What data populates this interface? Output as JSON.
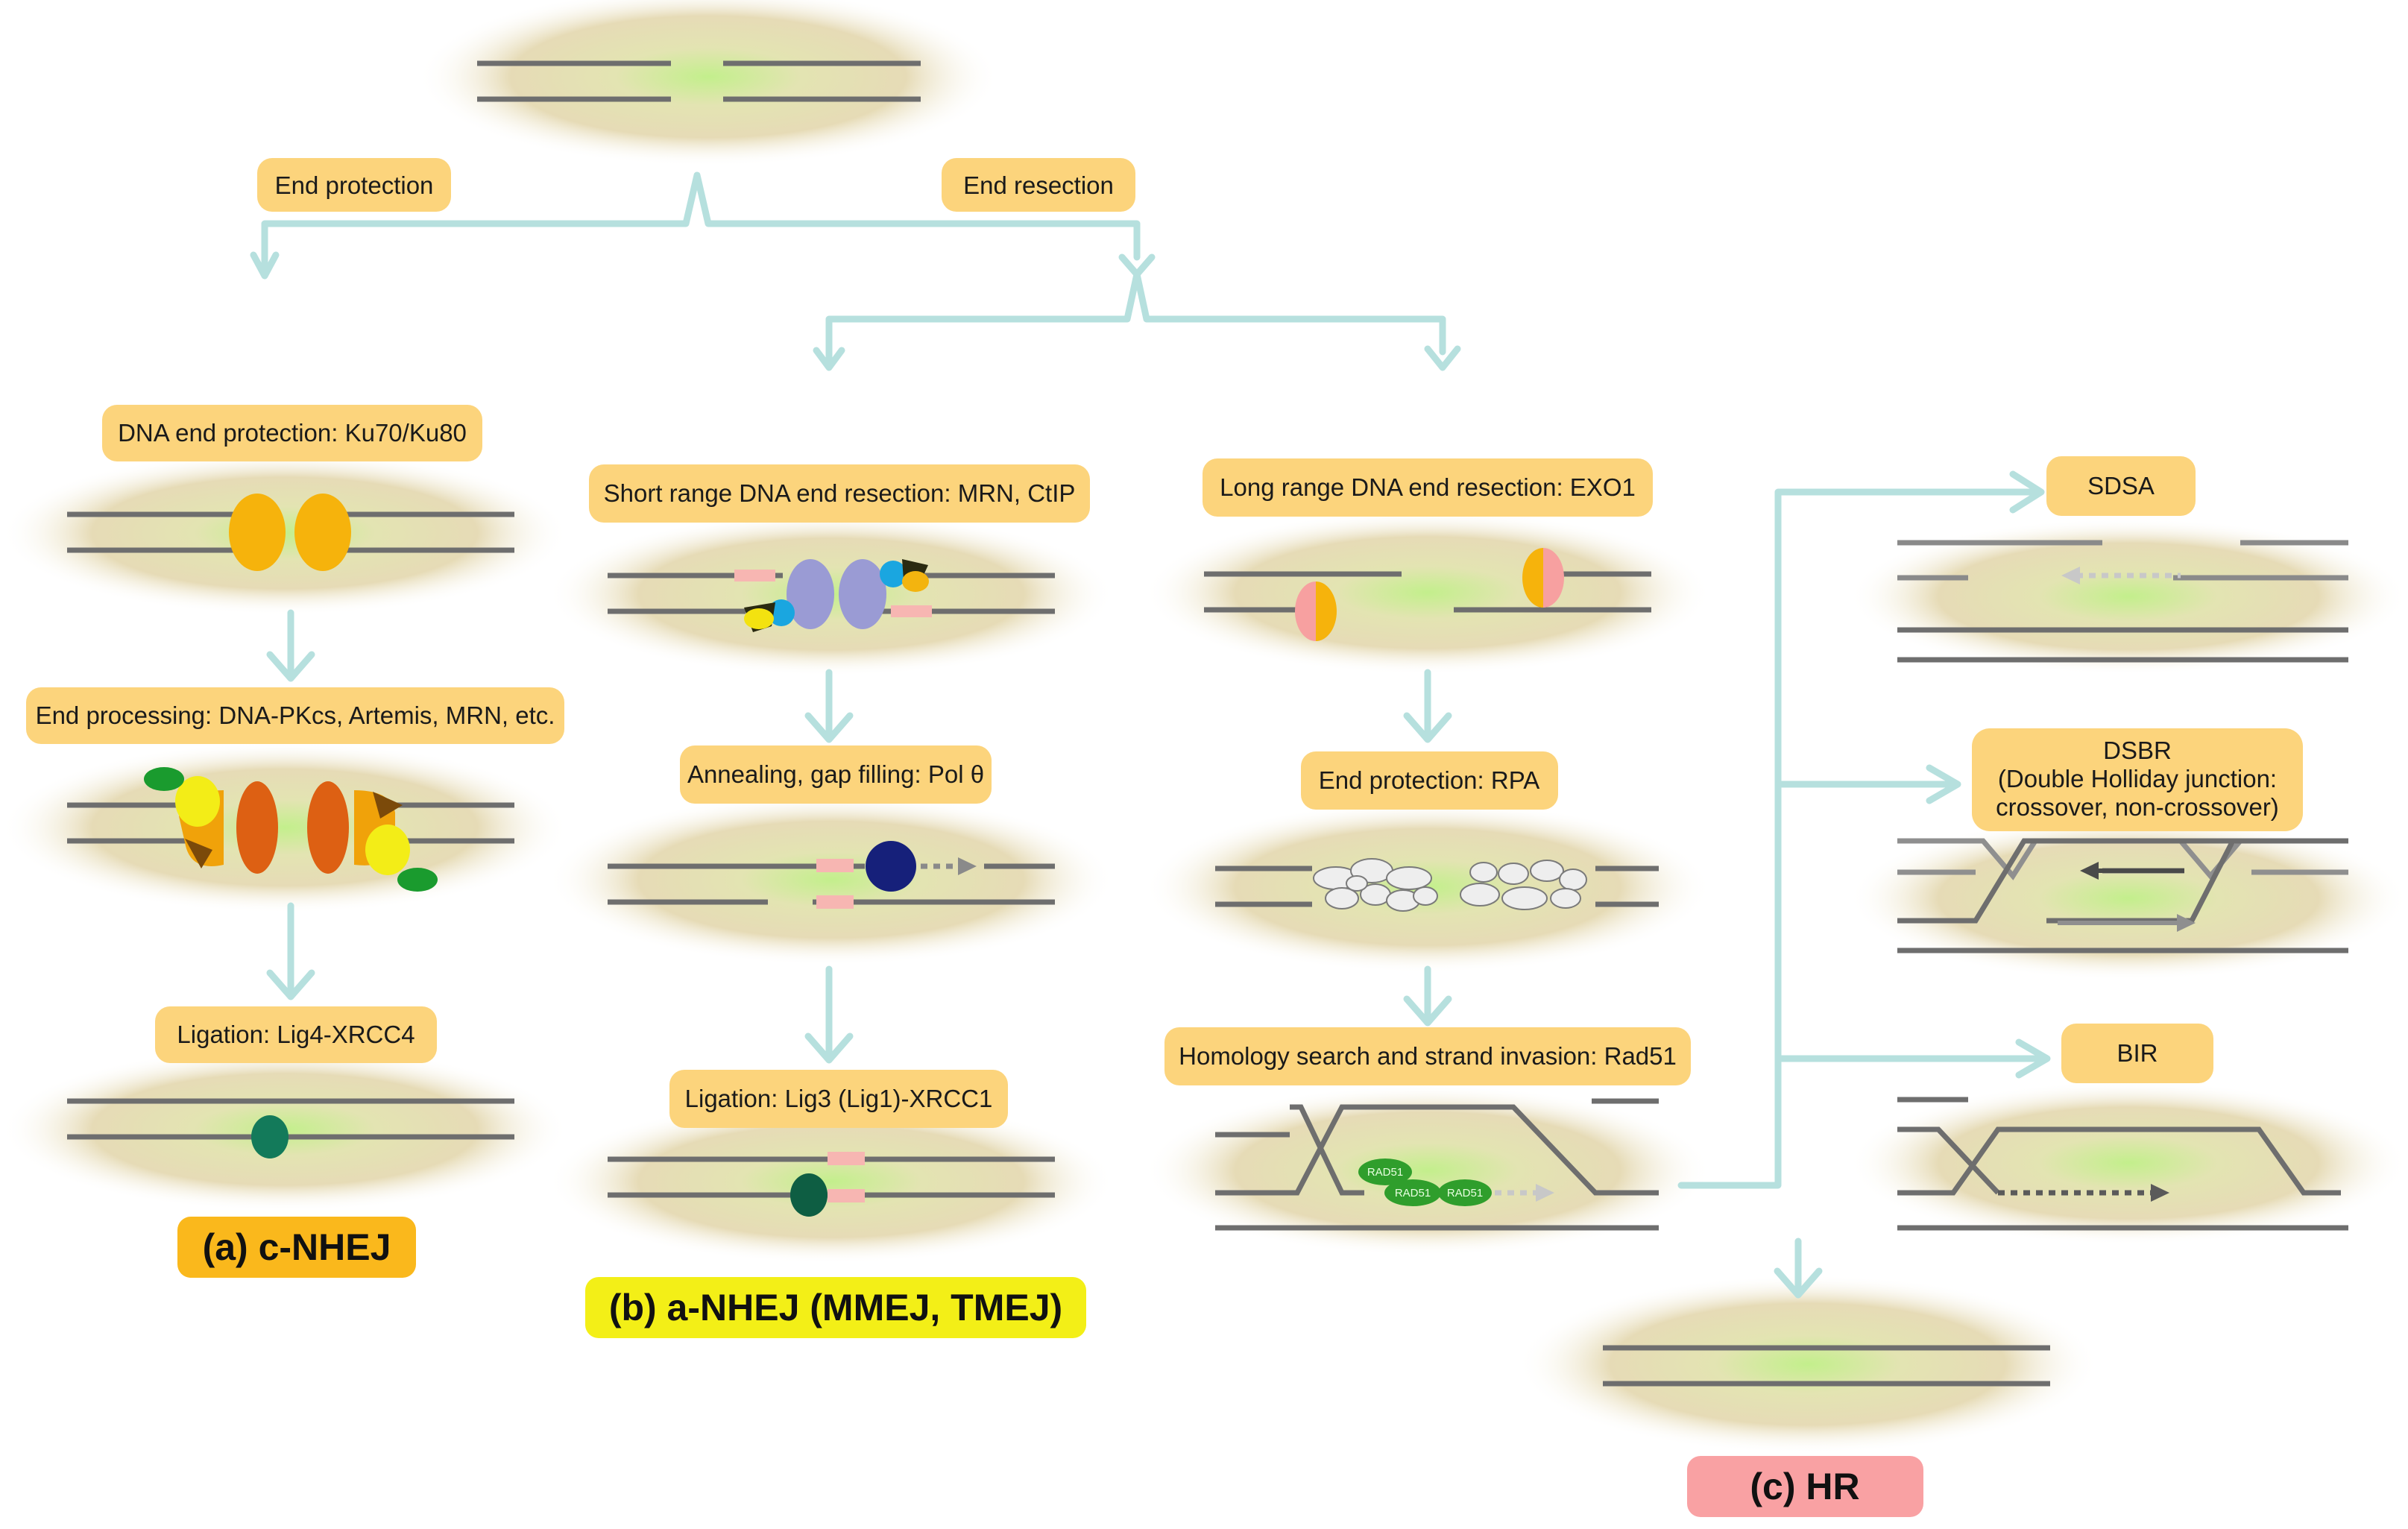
{
  "colors": {
    "label_fill": "#fcd47c",
    "arrow": "#b6e0de",
    "dna_strand": "#6e6e6e",
    "cnhej_title_bg": "#fab81c",
    "anhej_title_bg": "#f3ef17",
    "hr_title_bg": "#f9a1a3",
    "ku": "#f6b30c",
    "processing_orange": "#dd6013",
    "pol_theta": "#16207a",
    "ligase": "#137a5a",
    "rad51": "#2f9e2c"
  },
  "top": {
    "end_protection": "End protection",
    "end_resection": "End resection"
  },
  "cnhej": {
    "step1": "DNA end protection: Ku70/Ku80",
    "step2": "End processing: DNA-PKcs, Artemis, MRN, etc.",
    "step3": "Ligation: Lig4-XRCC4",
    "title": "(a) c-NHEJ"
  },
  "anhej": {
    "step1": "Short range DNA end resection: MRN, CtIP",
    "step2": "Annealing, gap filling: Pol θ",
    "step3": "Ligation: Lig3 (Lig1)-XRCC1",
    "title": "(b) a-NHEJ (MMEJ, TMEJ)"
  },
  "hr": {
    "step1": "Long range DNA end resection: EXO1",
    "step2": "End protection: RPA",
    "step3": "Homology search and strand invasion: Rad51",
    "rad51_label": "RAD51",
    "sdsa": "SDSA",
    "dsbr_line1": "DSBR",
    "dsbr_line2": "(Double Holliday junction:",
    "dsbr_line3": "crossover, non-crossover)",
    "bir": "BIR",
    "title": "(c) HR"
  }
}
